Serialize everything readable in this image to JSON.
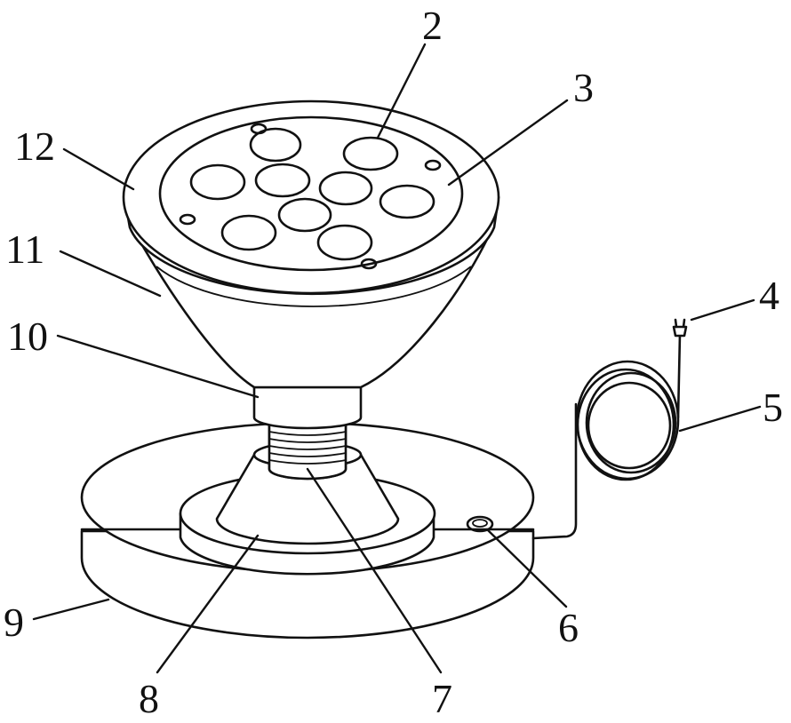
{
  "figure": {
    "labels": {
      "l2": "2",
      "l3": "3",
      "l4": "4",
      "l5": "5",
      "l6": "6",
      "l7": "7",
      "l8": "8",
      "l9": "9",
      "l10": "10",
      "l11": "11",
      "l12": "12"
    }
  }
}
